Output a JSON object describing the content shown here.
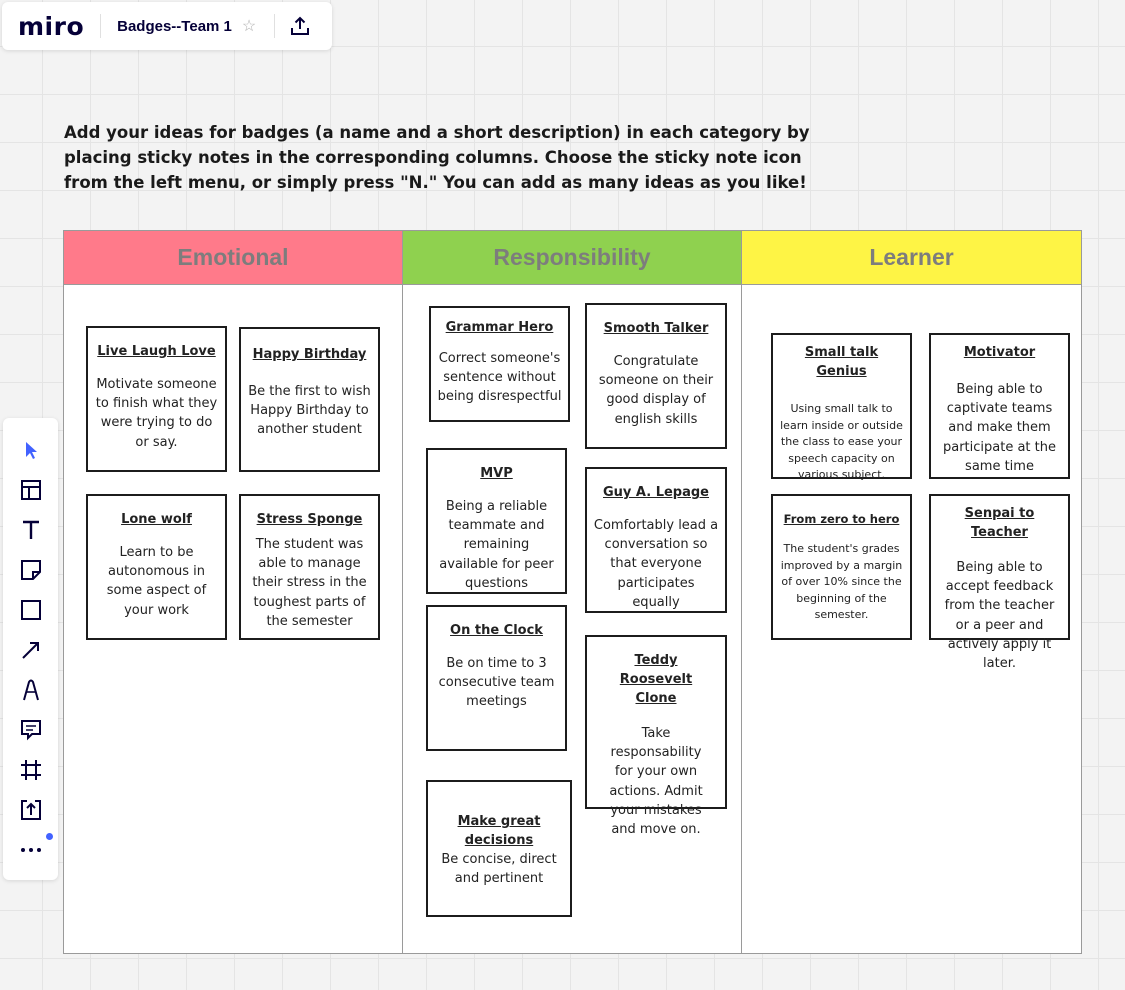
{
  "app": {
    "logo": "miro",
    "board_title": "Badges--Team 1"
  },
  "instructions": "Add your ideas for badges (a name and a short description) in each category by placing sticky notes in the corresponding  columns. Choose the sticky note icon from the left menu, or simply press \"N.\" You can add as many ideas as you like!",
  "columns": [
    {
      "title": "Emotional",
      "color": "#ff7a8a"
    },
    {
      "title": "Responsibility",
      "color": "#8fd14f"
    },
    {
      "title": "Learner",
      "color": "#fef445"
    }
  ],
  "stickies": {
    "live_laugh_love": {
      "title": "Live Laugh Love",
      "desc": "Motivate someone to finish what they were trying to do or say."
    },
    "happy_birthday": {
      "title": "Happy Birthday",
      "desc": "Be the first to wish Happy Birthday to another student"
    },
    "lone_wolf": {
      "title": "Lone wolf",
      "desc": "Learn to be autonomous in some aspect of your work"
    },
    "stress_sponge": {
      "title": "Stress Sponge",
      "desc": "The student was able to manage their stress in the toughest parts of the semester"
    },
    "grammar_hero": {
      "title": "Grammar Hero",
      "desc": "Correct someone's sentence without being disrespectful"
    },
    "smooth_talker": {
      "title": "Smooth Talker",
      "desc": "Congratulate someone on their good display of english skills"
    },
    "mvp": {
      "title": "MVP",
      "desc": "Being a reliable teammate and remaining available for peer questions"
    },
    "guy_lepage": {
      "title": "Guy A. Lepage",
      "desc": "Comfortably lead a conversation so that everyone participates equally"
    },
    "on_the_clock": {
      "title": "On the Clock",
      "desc": "Be on time to 3 consecutive team meetings"
    },
    "teddy_roosevelt": {
      "title": "Teddy Roosevelt Clone",
      "desc": "Take responsability for your own actions. Admit your mistakes and move on."
    },
    "make_great_decisions": {
      "title": "Make great decisions",
      "desc": "Be concise, direct and pertinent"
    },
    "small_talk_genius": {
      "title": "Small talk Genius",
      "desc": "Using small talk to learn inside or outside the class to ease your speech capacity on various subject."
    },
    "motivator": {
      "title": "Motivator",
      "desc": "Being able to captivate teams and make them participate at the same time"
    },
    "zero_to_hero": {
      "title": "From zero to hero",
      "desc": "The student's grades improved by a margin of over 10% since the beginning of the semester."
    },
    "senpai_teacher": {
      "title": "Senpai to Teacher",
      "desc": "Being able to accept feedback from the teacher or a peer and actively apply it later."
    }
  },
  "toolbar": {
    "tools": [
      "select-cursor-icon",
      "templates-icon",
      "text-icon",
      "sticky-note-icon",
      "shape-icon",
      "arrow-line-icon",
      "pen-icon",
      "comment-icon",
      "frame-icon",
      "upload-icon",
      "more-icon"
    ],
    "accent": "#4262ff"
  }
}
